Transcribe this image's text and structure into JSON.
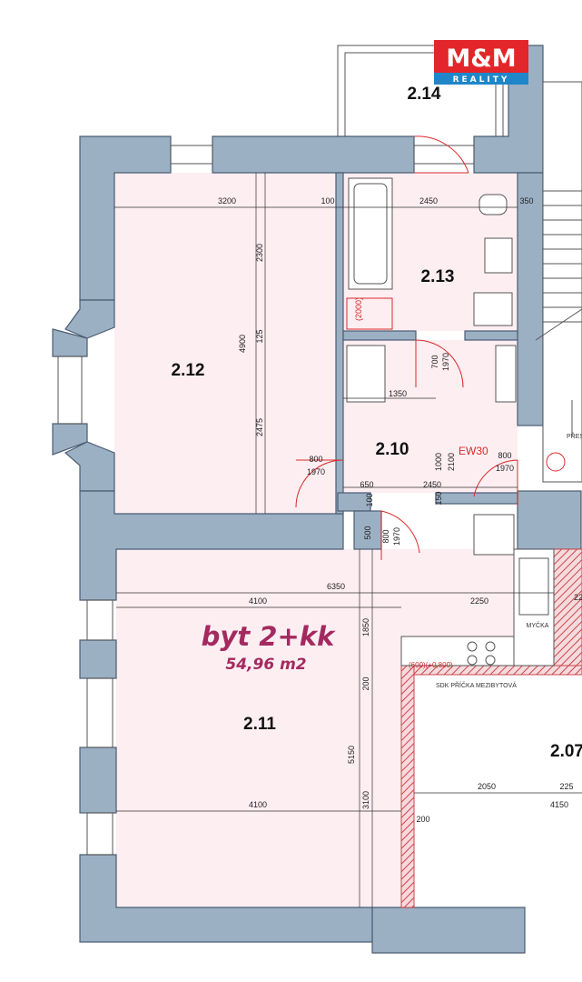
{
  "brand": {
    "logo_text": "M&M",
    "logo_sub": "REALITY",
    "colors": {
      "red": "#e3262a",
      "blue": "#1f86c9"
    }
  },
  "apartment": {
    "title": "byt 2+kk",
    "area": "54,96 m2",
    "accent_color": "#a32a5f"
  },
  "rooms": {
    "r214": "2.14",
    "r213": "2.13",
    "r212": "2.12",
    "r210": "2.10",
    "r211": "2.11",
    "r207": "2.07"
  },
  "dimensions": {
    "d3200": "3200",
    "d100a": "100",
    "d2450a": "2450",
    "d350": "350",
    "d2300": "2300",
    "d4900": "4900",
    "d125": "125",
    "d2475": "2475",
    "d2000": "(2000)",
    "d700": "700",
    "d1970a": "1970",
    "d1350": "1350",
    "d800a": "800",
    "d1970b": "1970",
    "d1000": "1000",
    "d2100": "2100",
    "d800b": "800",
    "d1970c": "1970",
    "d650": "650",
    "d2450b": "2450",
    "d150": "150",
    "d100b": "100",
    "d500": "500",
    "d800c": "800",
    "d1970d": "1970",
    "d6350": "6350",
    "d4100a": "4100",
    "d2250": "2250",
    "d1850": "1850",
    "d200a": "200",
    "d5150": "5150",
    "d3100": "3100",
    "d4100b": "4100",
    "d2050": "2050",
    "d225": "225",
    "d4150": "4150",
    "d200b": "200",
    "d600": "(600)(+0,800)",
    "d22": "22"
  },
  "notes": {
    "ew": "EW30",
    "mycka": "MYČKA",
    "sdk": "SDK PŘÍČKA MEZIBYTOVÁ",
    "pres": "PŘES"
  }
}
